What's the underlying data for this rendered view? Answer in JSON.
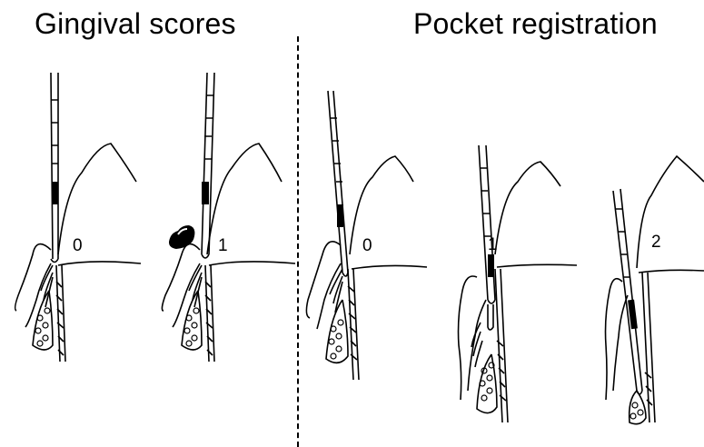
{
  "headings": {
    "gingival": "Gingival scores",
    "pocket": "Pocket registration"
  },
  "gingival_scores": [
    {
      "label": "0",
      "bleeding": false
    },
    {
      "label": "1",
      "bleeding": true
    }
  ],
  "pocket_registration": [
    {
      "label": "0"
    },
    {
      "label": "1"
    },
    {
      "label": "2"
    }
  ]
}
